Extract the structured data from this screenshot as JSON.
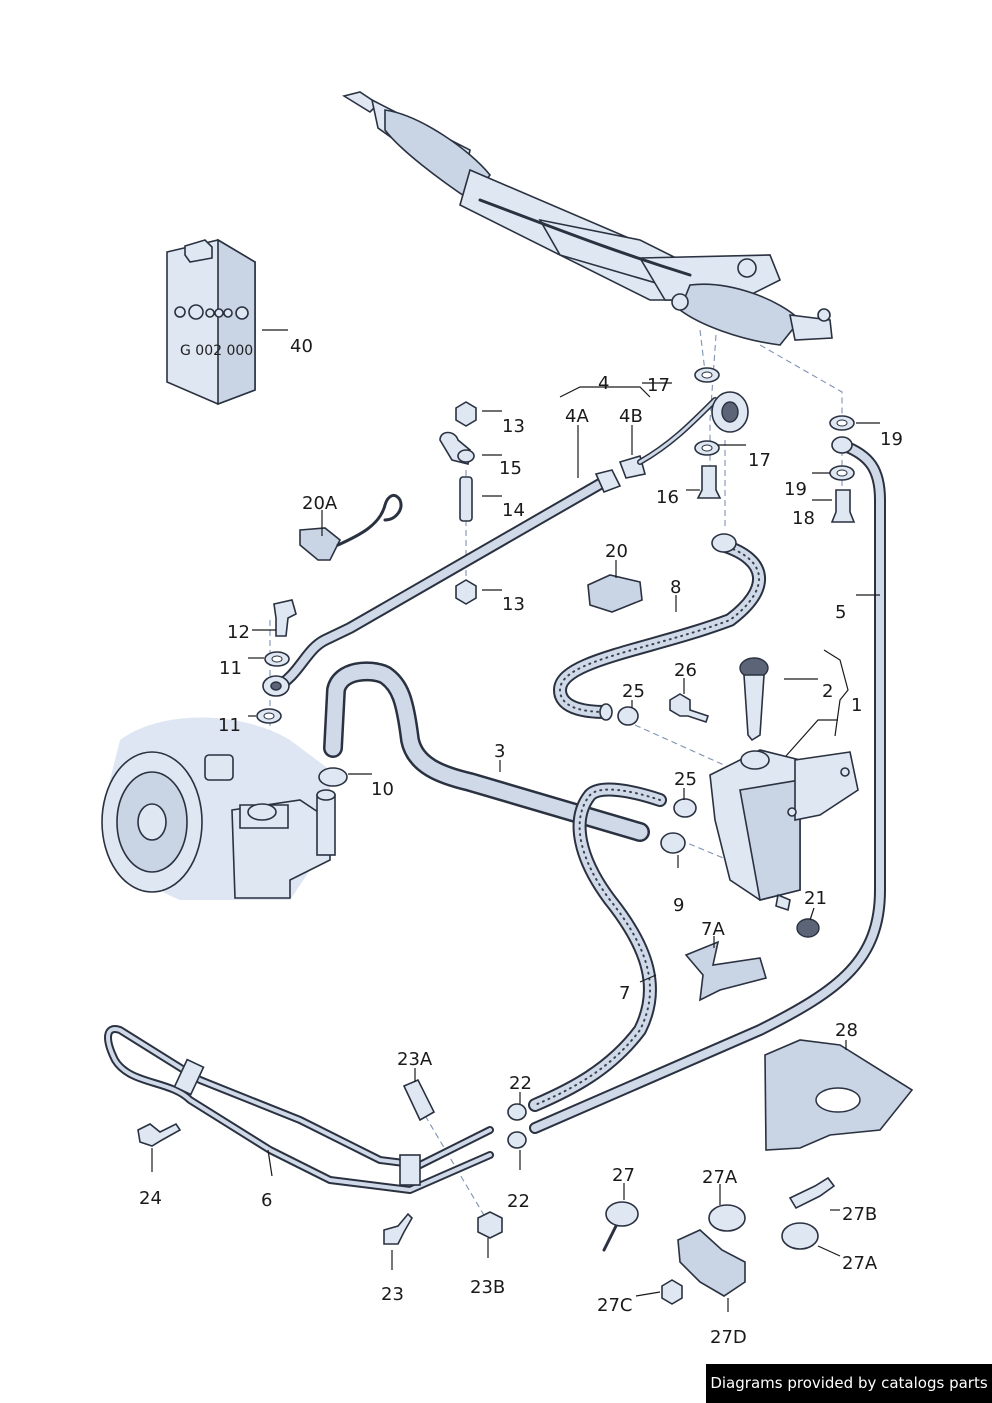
{
  "can": {
    "text": "G 002 000"
  },
  "labels": {
    "p1": "1",
    "p2": "2",
    "p3": "3",
    "p4": "4",
    "p4a": "4A",
    "p4b": "4B",
    "p5": "5",
    "p6": "6",
    "p7": "7",
    "p7a": "7A",
    "p8": "8",
    "p9": "9",
    "p10": "10",
    "p11a": "11",
    "p11b": "11",
    "p12": "12",
    "p13a": "13",
    "p13b": "13",
    "p14": "14",
    "p15": "15",
    "p16": "16",
    "p17a": "17",
    "p17b": "17",
    "p18": "18",
    "p19a": "19",
    "p19b": "19",
    "p20": "20",
    "p20a": "20A",
    "p21": "21",
    "p22a": "22",
    "p22b": "22",
    "p23": "23",
    "p23a": "23A",
    "p23b": "23B",
    "p24": "24",
    "p25a": "25",
    "p25b": "25",
    "p26": "26",
    "p27": "27",
    "p27a1": "27A",
    "p27a2": "27A",
    "p27b": "27B",
    "p27c": "27C",
    "p27d": "27D",
    "p28": "28",
    "p40": "40"
  },
  "credit": "Diagrams provided by catalogs parts",
  "colors": {
    "line": "#2a3140",
    "fill": "#dfe7f2",
    "dash": "#7f93b3",
    "creditBg": "#000000"
  }
}
